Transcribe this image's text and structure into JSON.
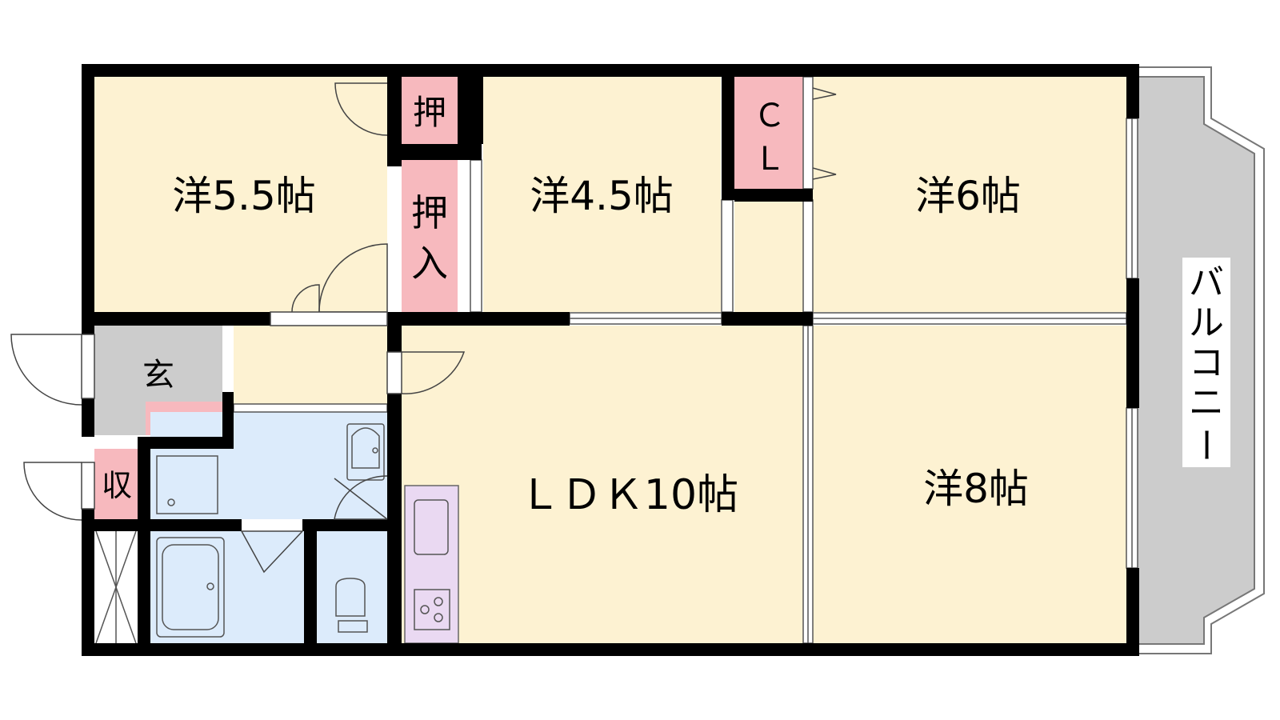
{
  "colors": {
    "room": "#fdf2d2",
    "wet": "#dcebfb",
    "storage": "#f7b9be",
    "entrance": "#cccccc",
    "kitchen": "#ead9f2",
    "balcony": "#cccccc",
    "wall": "#000000"
  },
  "rooms": {
    "western_5_5": "洋5.5帖",
    "western_4_5": "洋4.5帖",
    "western_6": "洋6帖",
    "western_8": "洋8帖",
    "ldk": "ＬＤＫ10帖",
    "entrance": "玄",
    "storage_small": "収",
    "closet_top": "押",
    "closet_mid_1": "押",
    "closet_mid_2": "入",
    "cl_1": "Ｃ",
    "cl_2": "Ｌ",
    "balcony": [
      "バ",
      "ル",
      "コ",
      "ニ",
      "ー"
    ]
  }
}
